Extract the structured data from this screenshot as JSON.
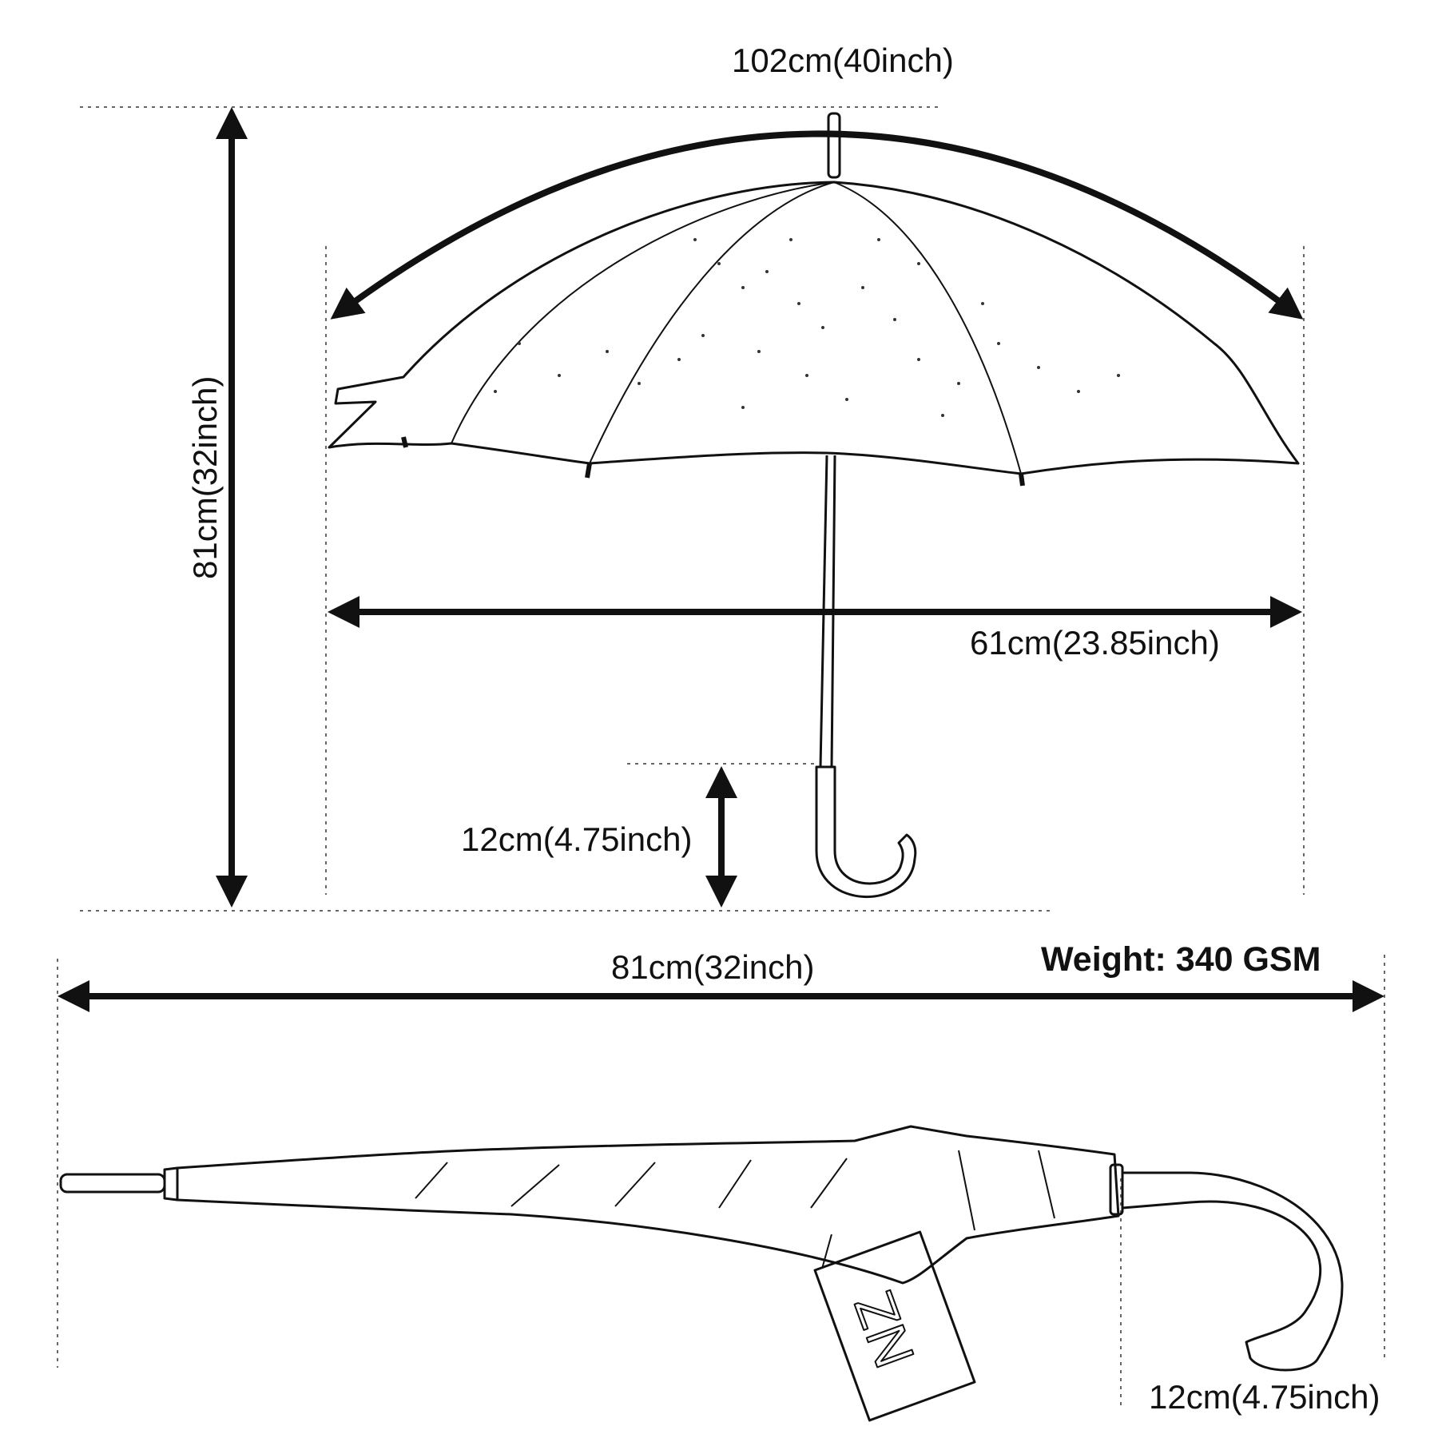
{
  "labels": {
    "canopy_arc": "102cm(40inch)",
    "open_height": "81cm(32inch)",
    "canopy_width": "61cm(23.85inch)",
    "handle_height_open": "12cm(4.75inch)",
    "closed_length": "81cm(32inch)",
    "weight": "Weight: 340 GSM",
    "handle_width_closed": "12cm(4.75inch)"
  },
  "tag_logo_text": "NZ",
  "colors": {
    "ink": "#111111",
    "background": "#ffffff"
  }
}
